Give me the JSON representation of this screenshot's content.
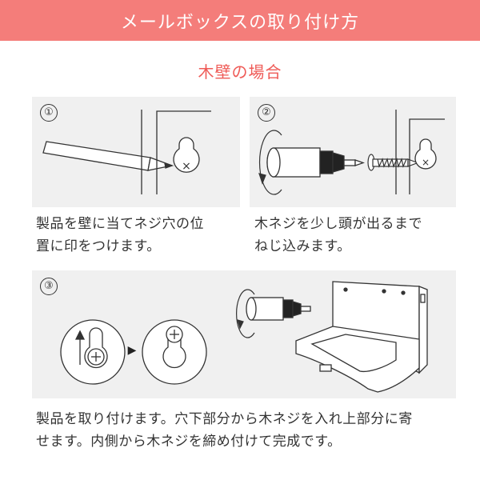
{
  "header": {
    "title": "メールボックスの取り付け方"
  },
  "section": {
    "subtitle": "木壁の場合"
  },
  "steps": [
    {
      "number": "①",
      "caption_line1": "製品を壁に当てネジ穴の位",
      "caption_line2": "置に印をつけます。"
    },
    {
      "number": "②",
      "caption_line1": "木ネジを少し頭が出るまで",
      "caption_line2": "ねじ込みます。"
    },
    {
      "number": "③",
      "caption_line1": "製品を取り付けます。穴下部分から木ネジを入れ上部分に寄",
      "caption_line2": "せます。内側から木ネジを締め付けて完成です。"
    }
  ],
  "marks": {
    "hole_mark": "×",
    "arrow": "▶"
  },
  "colors": {
    "header_bg": "#f47d7a",
    "subtitle": "#ef5b57",
    "panel_bg": "#f0f0f0",
    "line": "#333333"
  }
}
